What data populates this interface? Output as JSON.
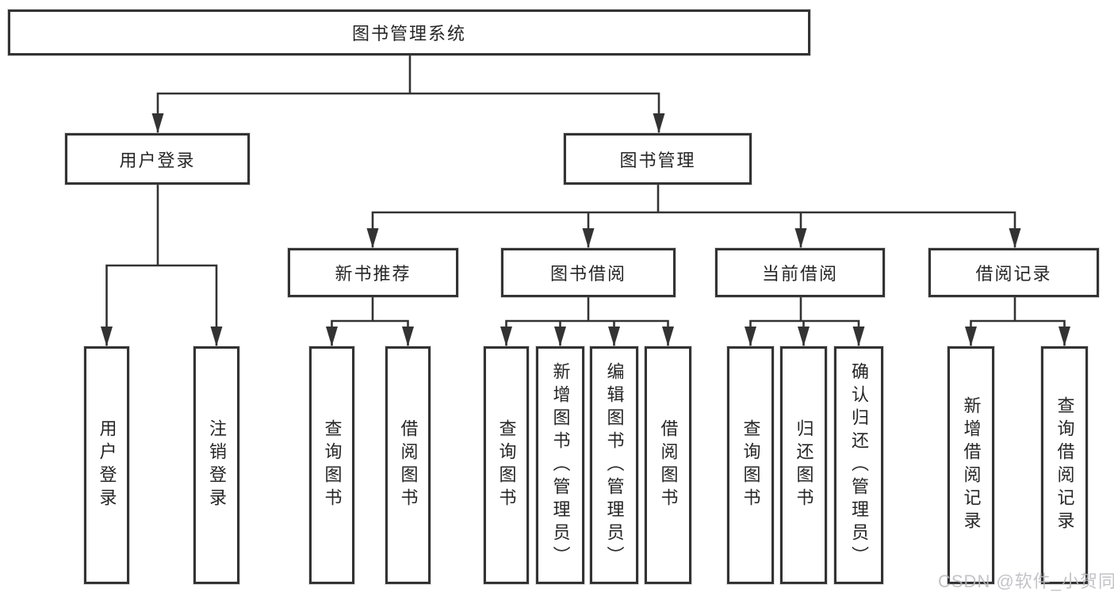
{
  "diagram": {
    "title": "图书管理系统",
    "tree": {
      "root": "图书管理系统",
      "level2": [
        "用户登录",
        "图书管理"
      ],
      "level3": [
        "新书推荐",
        "图书借阅",
        "当前借阅",
        "借阅记录"
      ],
      "leaves_user": [
        "用户登录",
        "注销登录"
      ],
      "leaves_recommend": [
        "查询图书",
        "借阅图书"
      ],
      "leaves_borrow": [
        "查询图书",
        "新增图书（管理员）",
        "编辑图书（管理员）",
        "借阅图书"
      ],
      "leaves_current": [
        "查询图书",
        "归还图书",
        "确认归还（管理员）"
      ],
      "leaves_records": [
        "新增借阅记录",
        "查询借阅记录"
      ]
    }
  },
  "watermark": "CSDN @软件_小贺同学",
  "colors": {
    "line": "#333333",
    "box_border": "#333333",
    "box_fill": "#ffffff",
    "text": "#262626",
    "watermark": "#b9b9be"
  }
}
